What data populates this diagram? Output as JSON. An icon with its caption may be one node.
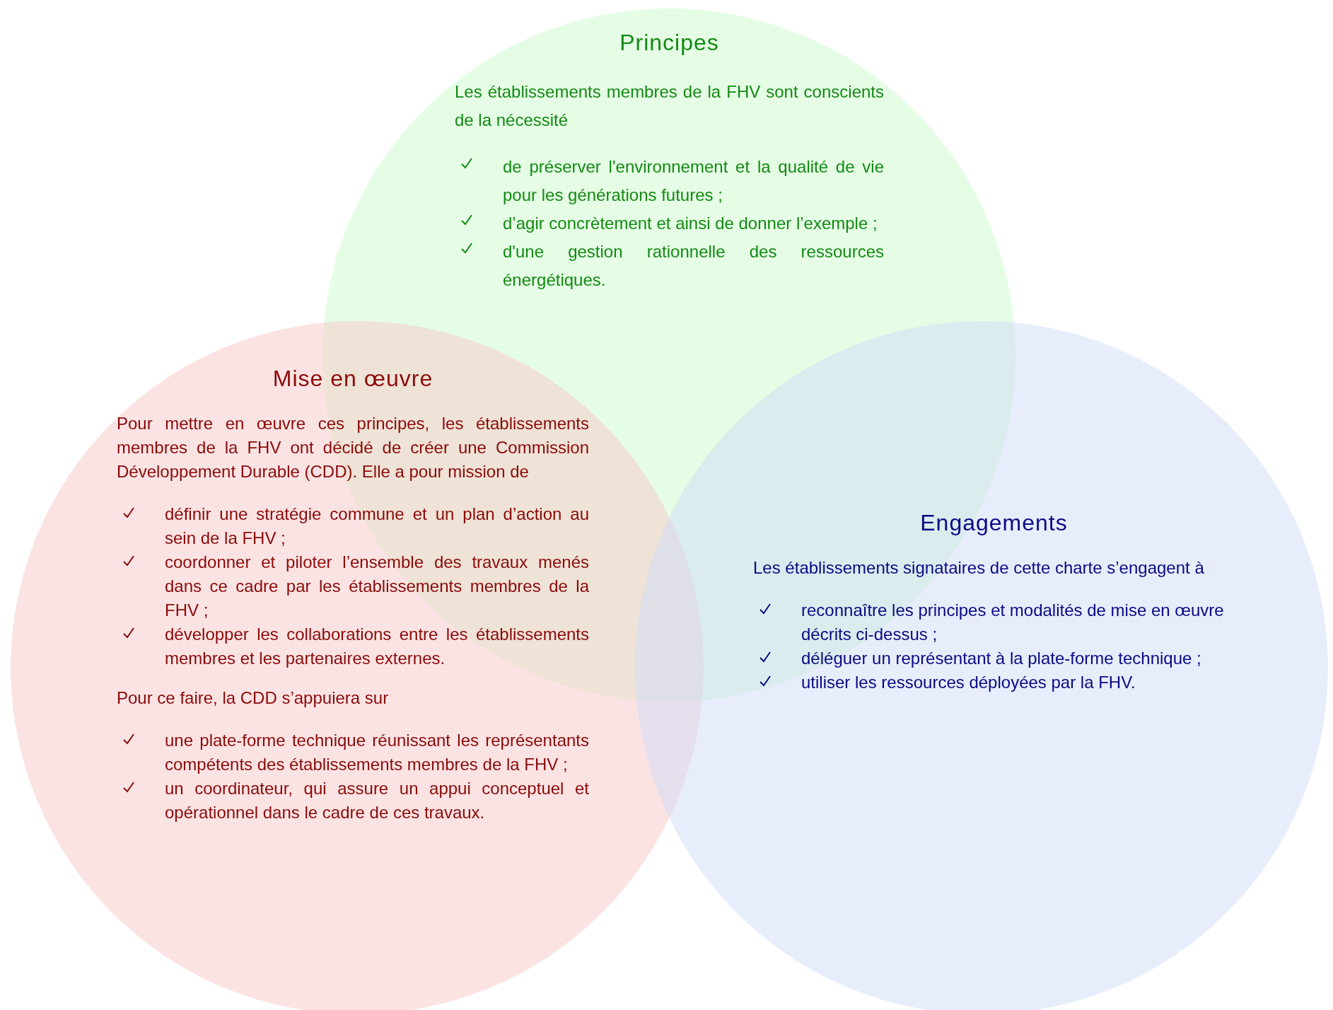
{
  "diagram": {
    "nodes": [
      {
        "text": [
          "Principes",
          "Les établissements membres de la FHV sont conscients de la nécessité",
          "de préserver l'environnement et la qualité de vie pour les générations futures ;",
          "d’agir concrètement et ainsi de donner l’exemple ;",
          "d'une gestion rationnelle des ressources énergétiques."
        ]
      },
      {
        "text": [
          "Mise en œuvre",
          "Pour mettre en œuvre ces principes, les établissements membres de la FHV ont décidé de créer une Commission Développement Durable (CDD). Elle a pour mission de",
          "définir une stratégie commune et un plan d’action au sein de la FHV ;",
          "coordonner et piloter l’ensemble des travaux menés dans ce cadre par les établissements membres de la FHV ;",
          "développer les collaborations entre les établissements membres et les partenaires externes.",
          "Pour ce faire, la CDD s’appuiera sur",
          "une plate-forme technique réunissant les représentants compétents des établissements membres de la FHV ;",
          "un coordinateur, qui assure un appui conceptuel et opérationnel dans le cadre de ces travaux."
        ]
      },
      {
        "text": [
          "Engagements",
          "Les établissements signataires de cette charte s’engagent à",
          "reconnaître les principes et modalités de mise en œuvre décrits ci-dessus ;",
          "déléguer un représentant à la plate-forme technique ;",
          "utiliser les ressources déployées par la FHV."
        ]
      }
    ]
  }
}
